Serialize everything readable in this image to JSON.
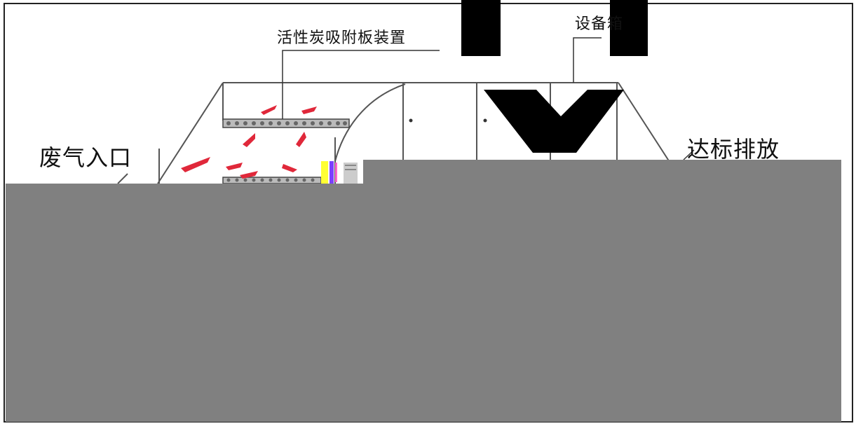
{
  "labels": {
    "activated_carbon_device": "活性炭吸附板装置",
    "equipment_housing": "设备箱",
    "waste_gas_inlet": "废气入口",
    "compliant_discharge": "达标排放"
  },
  "colors": {
    "line": "#555555",
    "arrow": "#e0283a",
    "redaction_black": "#000000",
    "redaction_gray": "#808080",
    "background": "#ffffff"
  }
}
